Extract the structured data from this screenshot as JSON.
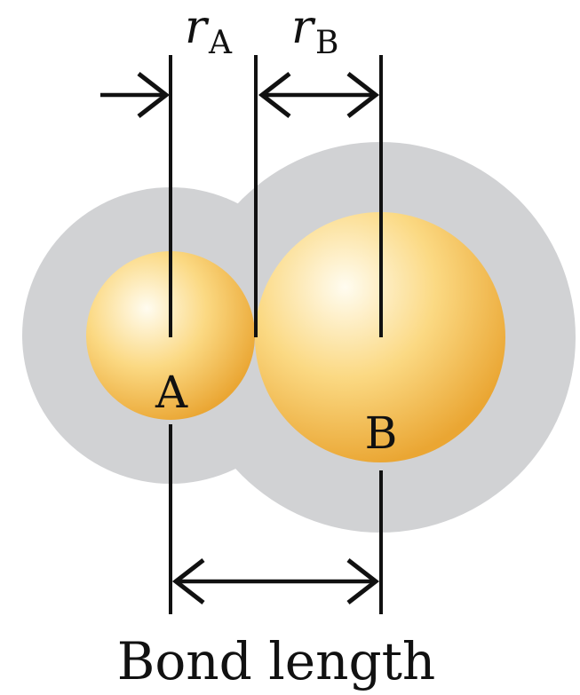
{
  "labels": {
    "radius_a_symbol": "r",
    "radius_a_subscript": "A",
    "radius_b_symbol": "r",
    "radius_b_subscript": "B",
    "atom_a": "A",
    "atom_b": "B",
    "bond_length": "Bond length"
  },
  "colors": {
    "electron_cloud": "#d1d2d4",
    "nucleus_highlight": "#fffcf0",
    "nucleus_mid": "#fbd983",
    "nucleus_edge": "#eaa633",
    "line": "#111111"
  }
}
